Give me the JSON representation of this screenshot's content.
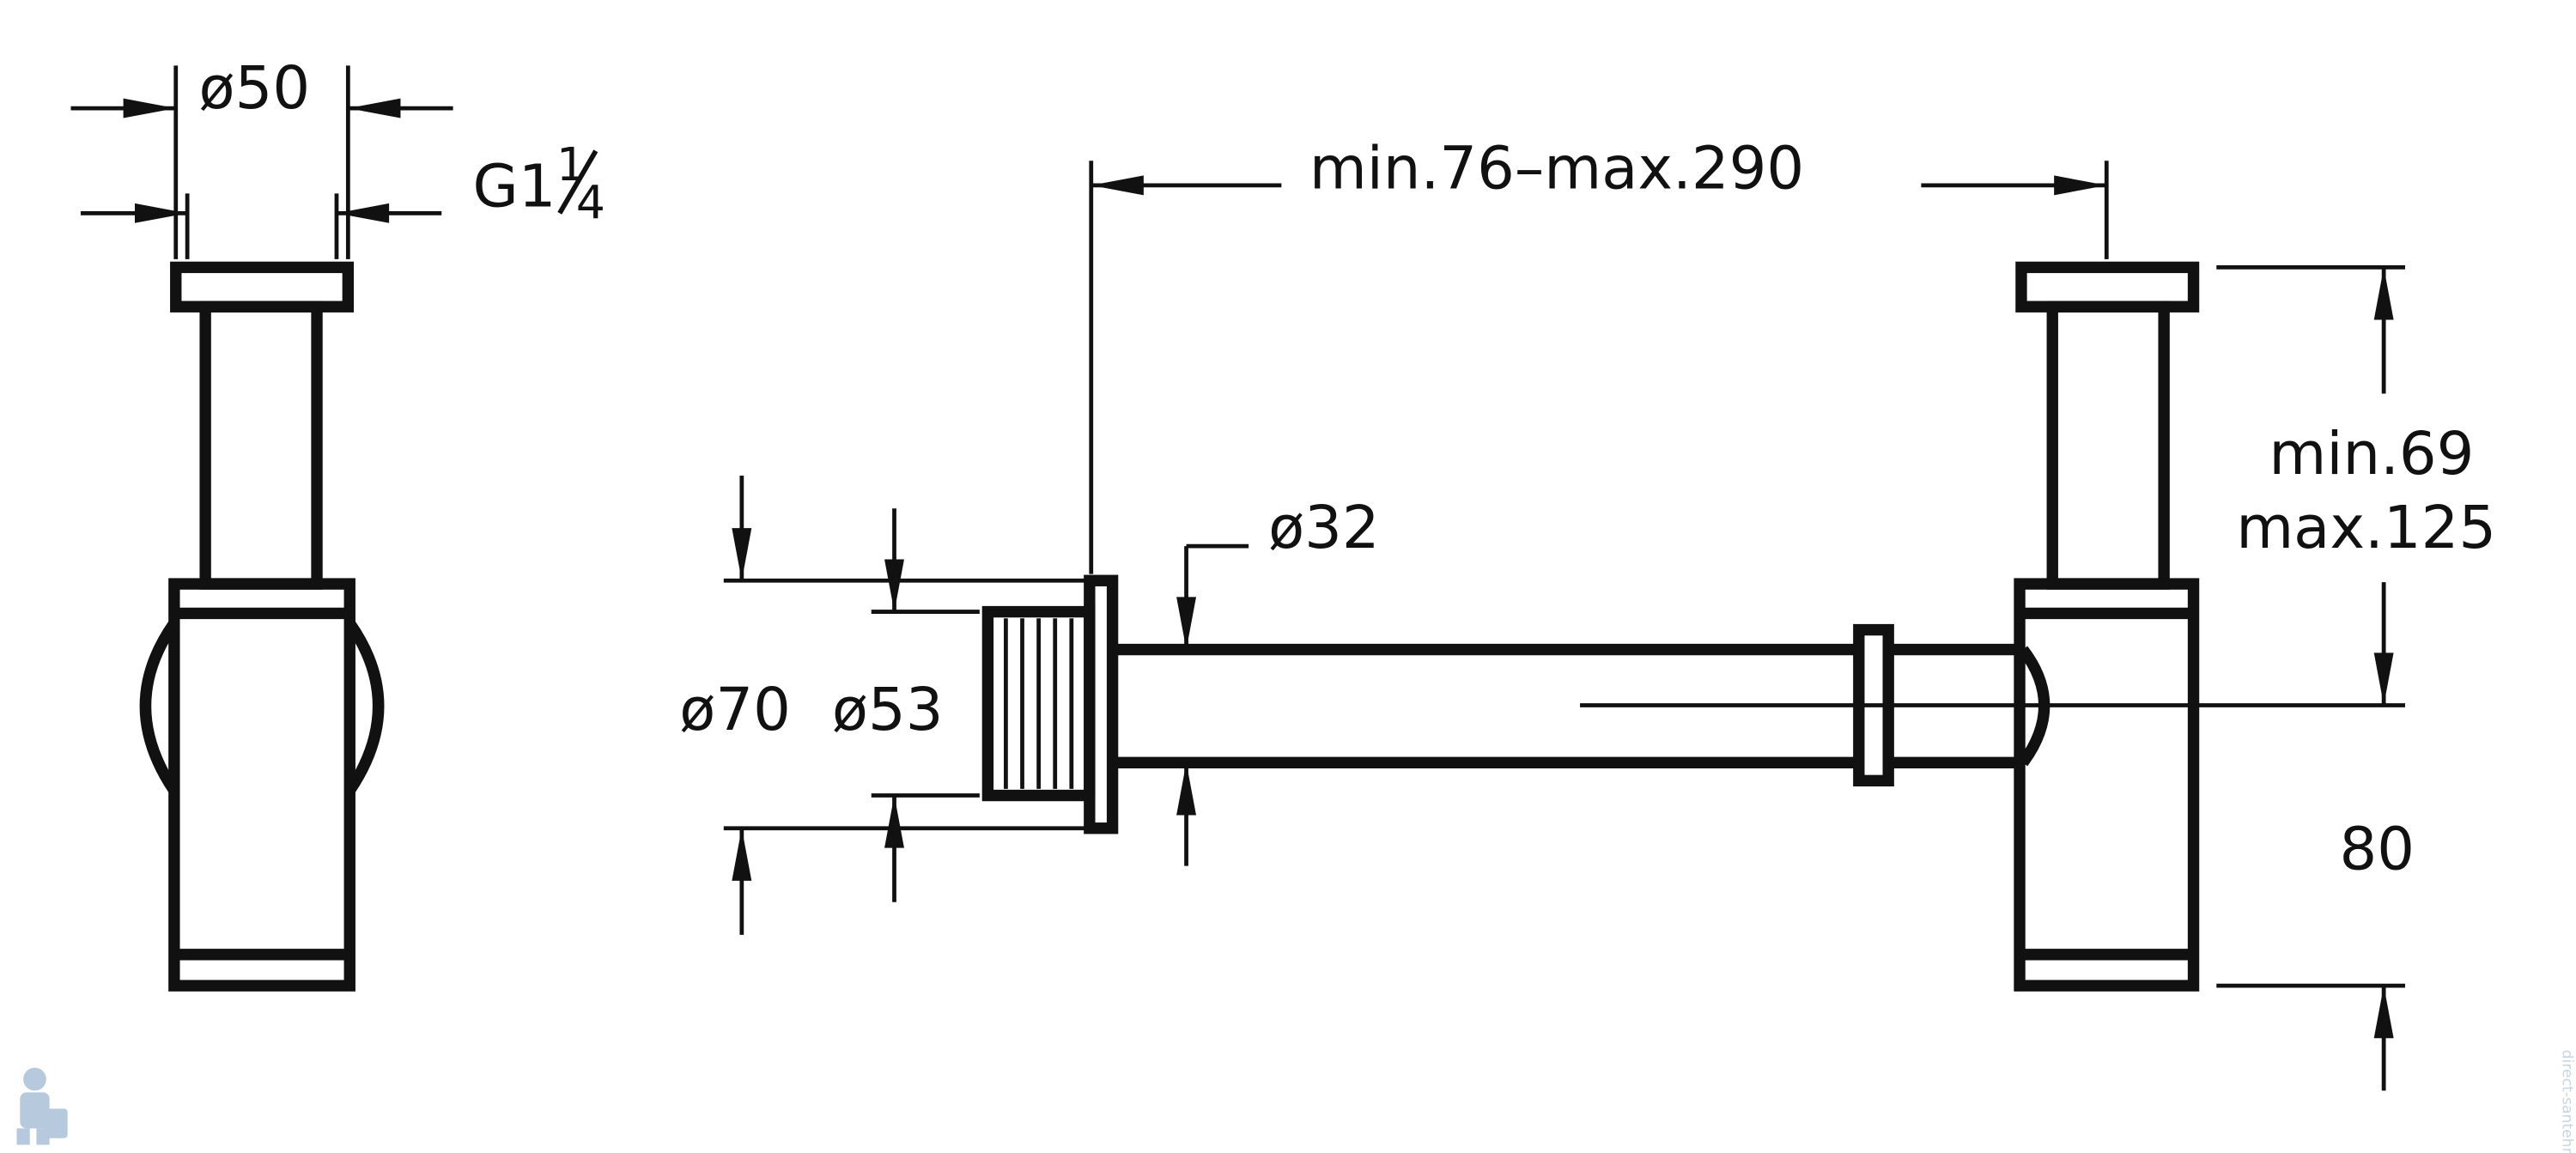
{
  "dimensions": {
    "outer_diameter": "ø50",
    "thread": "G1",
    "thread_fraction_num": "1",
    "thread_fraction_den": "4",
    "reach": "min.76–max.290",
    "pipe_diameter": "ø32",
    "flange_outer": "ø70",
    "flange_inner": "ø53",
    "height_min": "min.69",
    "height_max": "max.125",
    "body_height": "80"
  },
  "watermark": {
    "icon": "plumber-mascot-icon",
    "side_text": "direct-santehnika"
  }
}
